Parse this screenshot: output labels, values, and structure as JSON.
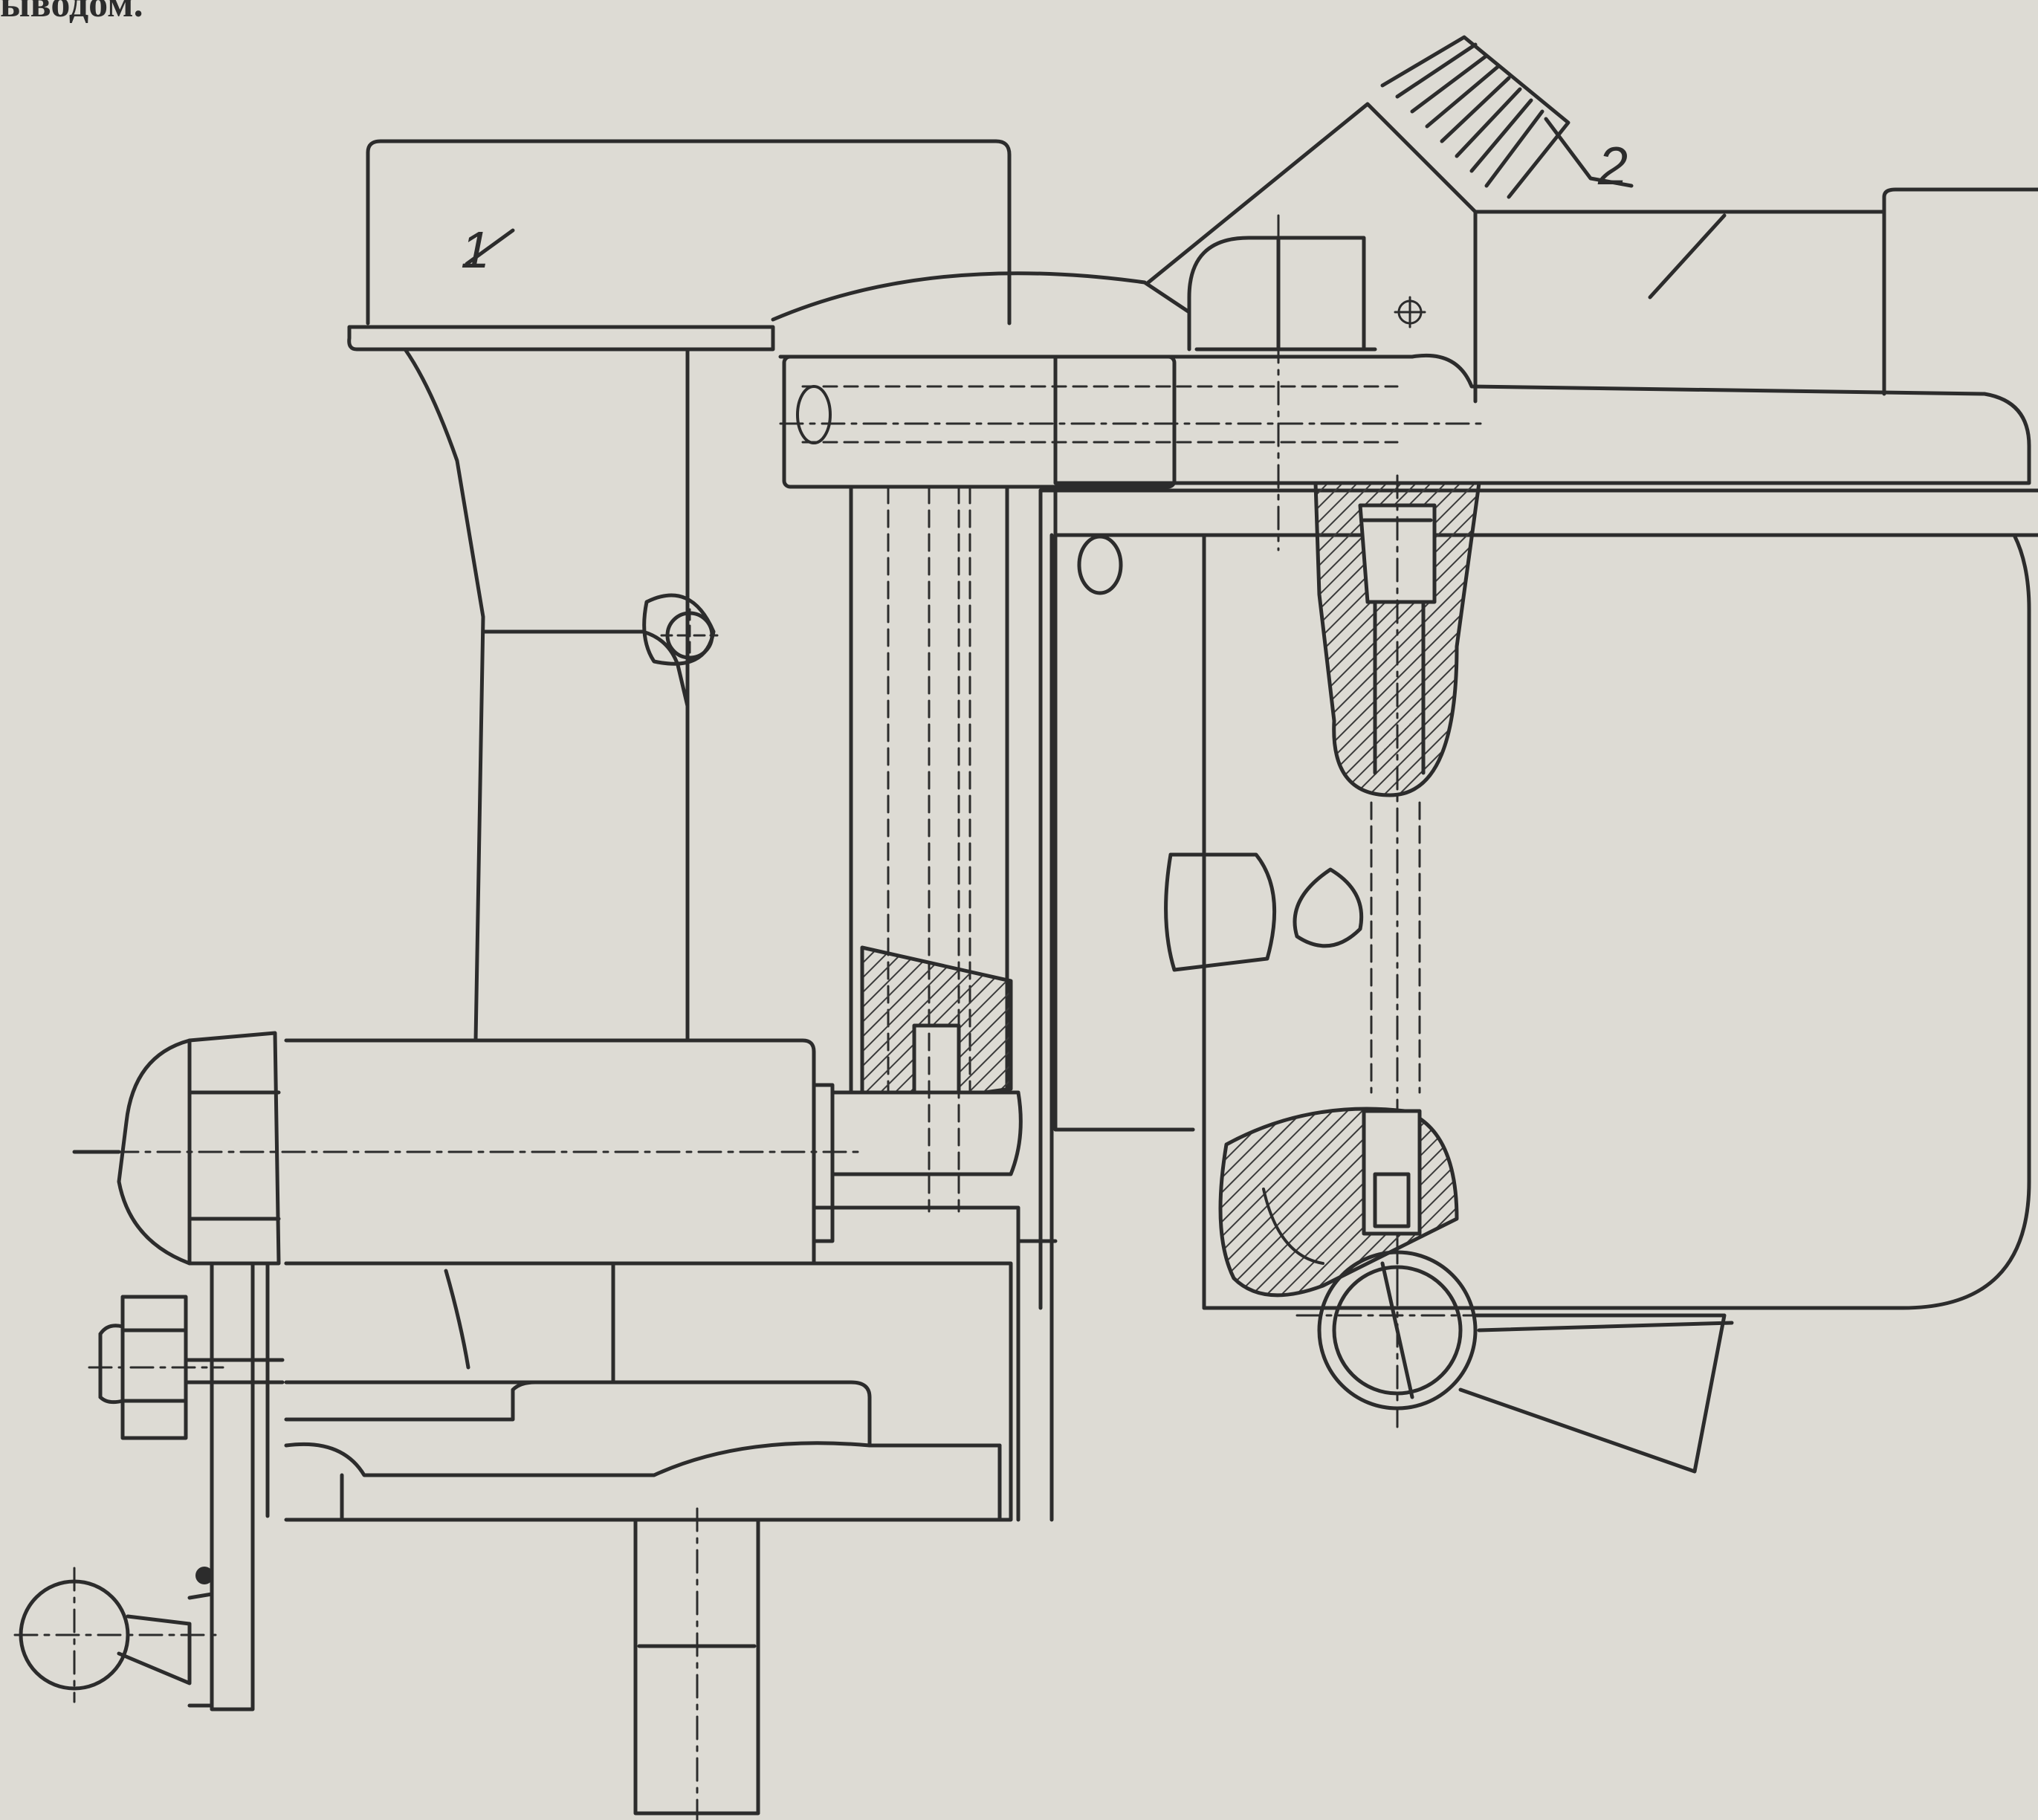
{
  "figure": {
    "caption_fragment": "ыводом.",
    "callouts": [
      {
        "id": "callout-1",
        "text": "1"
      },
      {
        "id": "callout-2",
        "text": "2"
      }
    ],
    "colors": {
      "paper": "#dddbd4",
      "ink": "#2c2c2c",
      "hatch": "#3a3a3a"
    }
  }
}
